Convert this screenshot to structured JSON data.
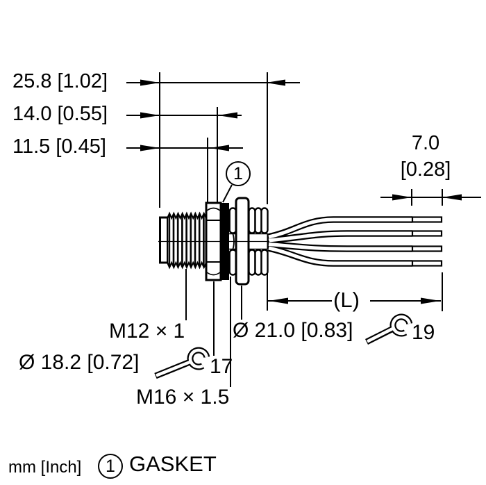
{
  "drawing": {
    "type_note": "technical dimension drawing of M12 flange connector with flying leads",
    "line_color": "#000000",
    "background": "#ffffff"
  },
  "texts": {
    "dim_a": "25.8 [1.02]",
    "dim_b": "14.0 [0.55]",
    "dim_c": "11.5 [0.45]",
    "dim_d_mm": "7.0",
    "dim_d_inch": "[0.28]",
    "length": "(L)",
    "thread_m12": "M12 × 1",
    "dia_18": "Ø 18.2 [0.72]",
    "sw17": "17",
    "thread_m16": "M16 × 1.5",
    "dia_21": "Ø 21.0 [0.83]",
    "sw19": "19",
    "units": "mm [Inch]",
    "gasket": "GASKET",
    "balloon": "1"
  }
}
